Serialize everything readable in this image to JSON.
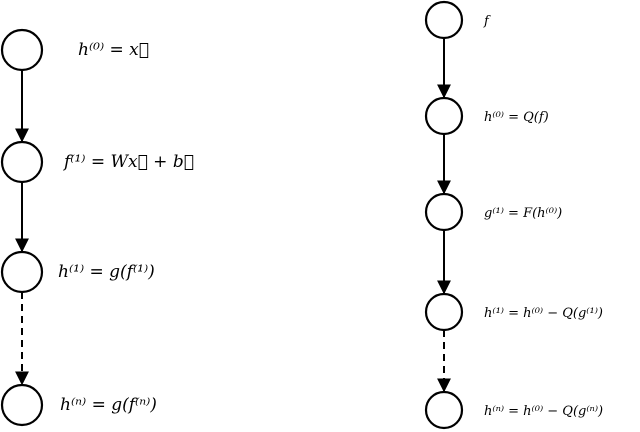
{
  "diagrams": [
    {
      "id": "left",
      "nodes": [
        {
          "label": "h⁽⁰⁾ = x⃗"
        },
        {
          "label": "f⁽¹⁾ = Wx⃗ + b⃗"
        },
        {
          "label": "h⁽¹⁾ = g(f⁽¹⁾)"
        },
        {
          "label": "h⁽ⁿ⁾ = g(f⁽ⁿ⁾)"
        }
      ],
      "edges": [
        {
          "from": 0,
          "to": 1,
          "style": "solid"
        },
        {
          "from": 1,
          "to": 2,
          "style": "solid"
        },
        {
          "from": 2,
          "to": 3,
          "style": "dashed"
        }
      ]
    },
    {
      "id": "right",
      "nodes": [
        {
          "label": "f"
        },
        {
          "label": "h⁽⁰⁾ = Q(f)"
        },
        {
          "label": "g⁽¹⁾ = F(h⁽⁰⁾)"
        },
        {
          "label": "h⁽¹⁾ = h⁽⁰⁾ − Q(g⁽¹⁾)"
        },
        {
          "label": "h⁽ⁿ⁾ = h⁽⁰⁾ − Q(g⁽ⁿ⁾)"
        }
      ],
      "edges": [
        {
          "from": 0,
          "to": 1,
          "style": "solid"
        },
        {
          "from": 1,
          "to": 2,
          "style": "solid"
        },
        {
          "from": 2,
          "to": 3,
          "style": "solid"
        },
        {
          "from": 3,
          "to": 4,
          "style": "dashed"
        }
      ]
    }
  ]
}
